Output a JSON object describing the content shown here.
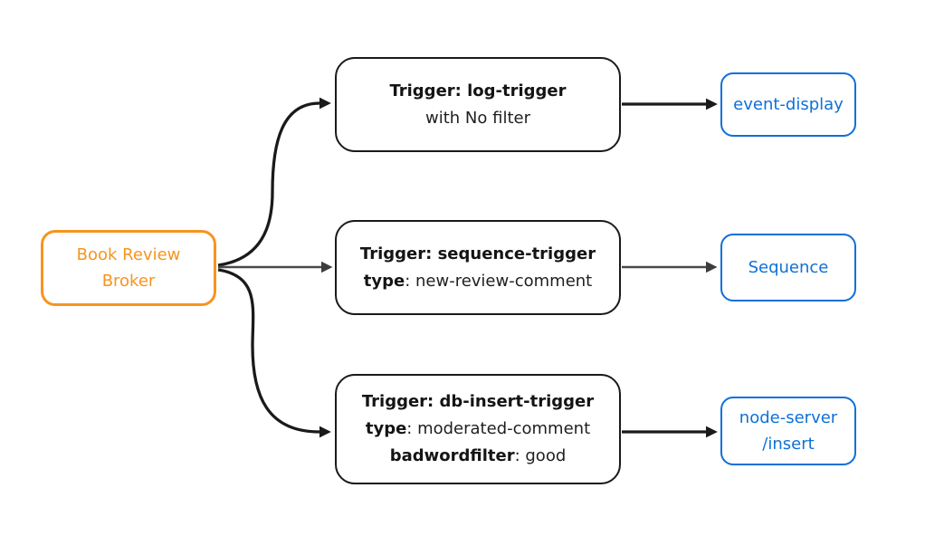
{
  "diagram": {
    "broker": {
      "label": "Book Review Broker"
    },
    "triggers": [
      {
        "title": "Trigger: log-trigger",
        "filter_note": "with No filter"
      },
      {
        "title": "Trigger: sequence-trigger",
        "attr1_key": "type",
        "attr1_value": ": new-review-comment"
      },
      {
        "title": "Trigger: db-insert-trigger",
        "attr1_key": "type",
        "attr1_value": ": moderated-comment",
        "attr2_key": "badwordfilter",
        "attr2_value": ": good"
      }
    ],
    "sinks": [
      {
        "label": "event-display"
      },
      {
        "label": "Sequence"
      },
      {
        "label_line1": "node-server",
        "label_line2": "/insert"
      }
    ],
    "colors": {
      "broker_accent": "#f7941e",
      "sink_accent": "#0e70d8",
      "edge_black": "#1a1a1a",
      "edge_gray": "#4a4a4a",
      "node_text": "#1f1f1f",
      "background": "#ffffff"
    }
  }
}
